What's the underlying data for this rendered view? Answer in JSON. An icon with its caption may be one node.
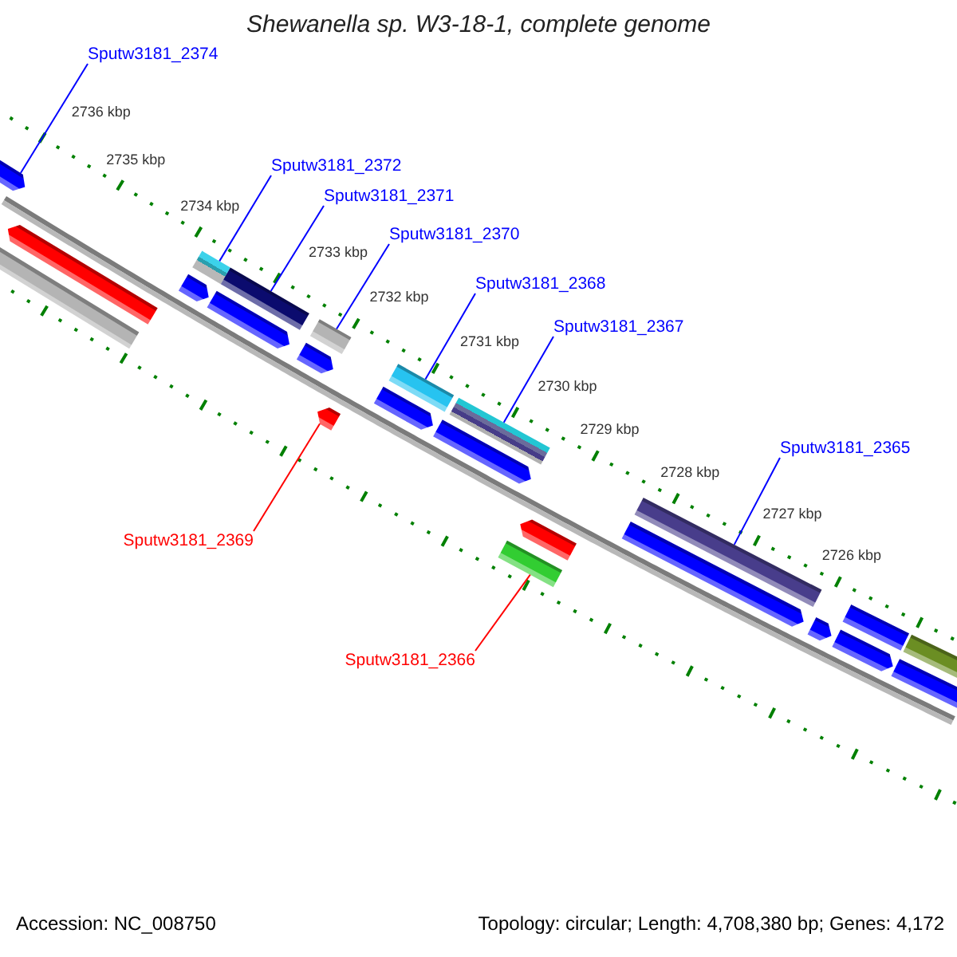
{
  "diagram": {
    "title": "Shewanella sp. W3-18-1, complete genome",
    "nodes": [
      {
        "text": [
          "Sputw3181_2374"
        ]
      },
      {
        "text": [
          "Sputw3181_2372"
        ]
      },
      {
        "text": [
          "Sputw3181_2371"
        ]
      },
      {
        "text": [
          "Sputw3181_2370"
        ]
      },
      {
        "text": [
          "Sputw3181_2368"
        ]
      },
      {
        "text": [
          "Sputw3181_2367"
        ]
      },
      {
        "text": [
          "Sputw3181_2365"
        ]
      },
      {
        "text": [
          "Sputw3181_2369"
        ]
      },
      {
        "text": [
          "Sputw3181_2366"
        ]
      },
      {
        "text": [],
        "shape": "pentagon"
      },
      {
        "text": [],
        "shape": "pentagon"
      },
      {
        "text": [],
        "shape": "bar"
      },
      {
        "text": [],
        "shape": "bar"
      },
      {
        "text": [],
        "shape": "pentagon"
      },
      {
        "text": [],
        "shape": "bar"
      },
      {
        "text": [],
        "shape": "pentagon"
      },
      {
        "text": [],
        "shape": "bar"
      },
      {
        "text": [],
        "shape": "pentagon"
      },
      {
        "text": [],
        "shape": "pentagon"
      },
      {
        "text": [],
        "shape": "bar"
      },
      {
        "text": [],
        "shape": "pentagon"
      },
      {
        "text": [],
        "shape": "bar"
      },
      {
        "text": [],
        "shape": "pentagon"
      },
      {
        "text": [],
        "shape": "pentagon"
      },
      {
        "text": [],
        "shape": "bar"
      },
      {
        "text": [],
        "shape": "bar"
      },
      {
        "text": [],
        "shape": "pentagon"
      },
      {
        "text": [],
        "shape": "pentagon"
      },
      {
        "text": [],
        "shape": "bar"
      },
      {
        "text": [],
        "shape": "pentagon"
      },
      {
        "text": [],
        "shape": "bar"
      },
      {
        "text": [],
        "shape": "pentagon"
      }
    ],
    "edges": [
      {
        "from": 0,
        "to": 9,
        "arrow": "none"
      },
      {
        "from": 1,
        "to": 12,
        "arrow": "none"
      },
      {
        "from": 2,
        "to": 14,
        "arrow": "none"
      },
      {
        "from": 3,
        "to": 16,
        "arrow": "none"
      },
      {
        "from": 4,
        "to": 19,
        "arrow": "none"
      },
      {
        "from": 5,
        "to": 21,
        "arrow": "none"
      },
      {
        "from": 6,
        "to": 25,
        "arrow": "none"
      },
      {
        "from": 7,
        "to": 18,
        "arrow": "none",
        "color": "#ff0000"
      },
      {
        "from": 8,
        "to": 24,
        "arrow": "none",
        "color": "#ff0000"
      }
    ],
    "labels": [
      "2736 kbp",
      "2735 kbp",
      "2734 kbp",
      "2733 kbp",
      "2732 kbp",
      "2731 kbp",
      "2730 kbp",
      "2729 kbp",
      "2728 kbp",
      "2727 kbp",
      "2726 kbp",
      "Accession: NC_008750",
      "Topology: circular; Length: 4,708,380 bp; Genes: 4,172"
    ]
  }
}
